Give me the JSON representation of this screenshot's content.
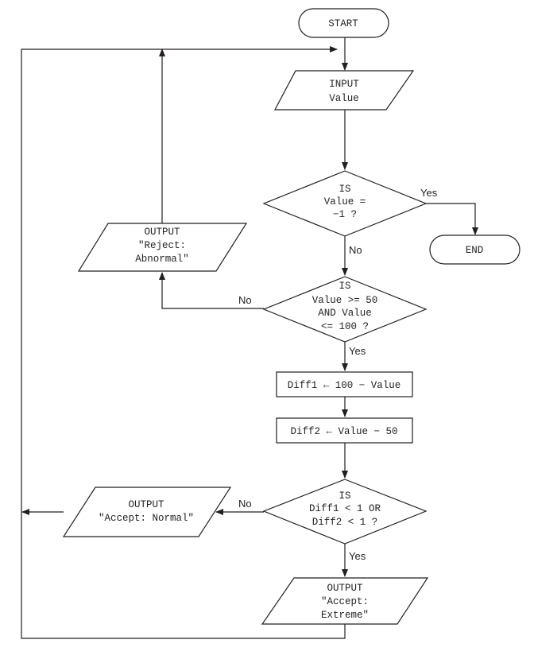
{
  "nodes": {
    "start": "START",
    "input": [
      "INPUT",
      "Value"
    ],
    "decision1": [
      "IS",
      "Value =",
      "−1 ?"
    ],
    "end": "END",
    "decision2": [
      "IS",
      "Value >= 50",
      "AND Value",
      "<= 100 ?"
    ],
    "reject": [
      "OUTPUT",
      "\"Reject:",
      "Abnormal\""
    ],
    "diff1": "Diff1 ← 100 − Value",
    "diff2": "Diff2 ← Value − 50",
    "decision3": [
      "IS",
      "Diff1 < 1 OR",
      "Diff2 < 1 ?"
    ],
    "normal": [
      "OUTPUT",
      "\"Accept: Normal\""
    ],
    "extreme": [
      "OUTPUT",
      "\"Accept:",
      "Extreme\""
    ]
  },
  "labels": {
    "d1_yes": "Yes",
    "d1_no": "No",
    "d2_yes": "Yes",
    "d2_no": "No",
    "d3_yes": "Yes",
    "d3_no": "No"
  }
}
